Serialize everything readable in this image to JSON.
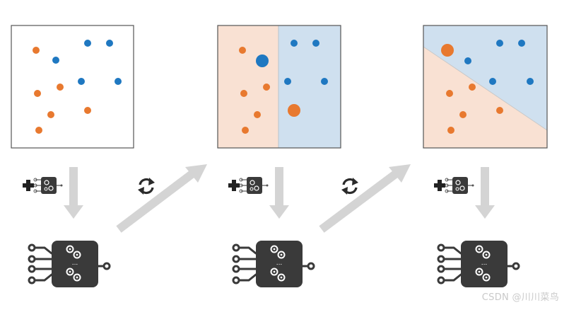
{
  "colors": {
    "orange": "#e8792f",
    "blue": "#1f78c1",
    "region_orange": "#f9e1d3",
    "region_blue": "#cfe0ef",
    "arrow": "#d4d4d4",
    "chip": "#3a3a3a",
    "frame": "#555555"
  },
  "panels": [
    {
      "name": "panel-initial-data",
      "boundary": "none"
    },
    {
      "name": "panel-first-split",
      "boundary": "vertical"
    },
    {
      "name": "panel-second-split",
      "boundary": "diagonal"
    }
  ],
  "icons": {
    "add_weak_learner": "plus-weak-learner-icon",
    "reweight": "refresh-cycle-icon",
    "learner_chip": "model-chip-icon"
  },
  "chip_dots": "...",
  "watermark": "CSDN @川川菜鸟"
}
